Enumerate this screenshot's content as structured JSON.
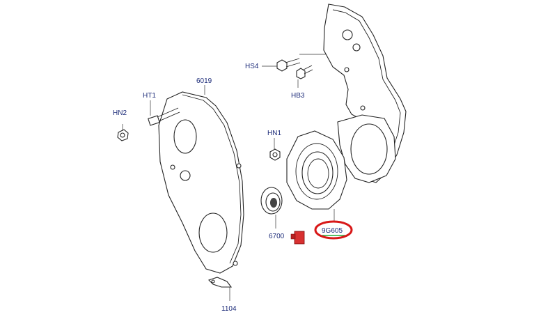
{
  "callouts": {
    "hn2": "HN2",
    "ht1": "HT1",
    "p6019": "6019",
    "hs4": "HS4",
    "hb3": "HB3",
    "hn1": "HN1",
    "p6700": "6700",
    "p9g605": "9G605",
    "p1104": "1104"
  },
  "colors": {
    "callout_text": "#1b2a78",
    "highlight_ellipse": "#d81818",
    "highlight_underline": "#22aa33",
    "sealant_tube": "#d83030"
  },
  "highlighted_part": "9G605"
}
